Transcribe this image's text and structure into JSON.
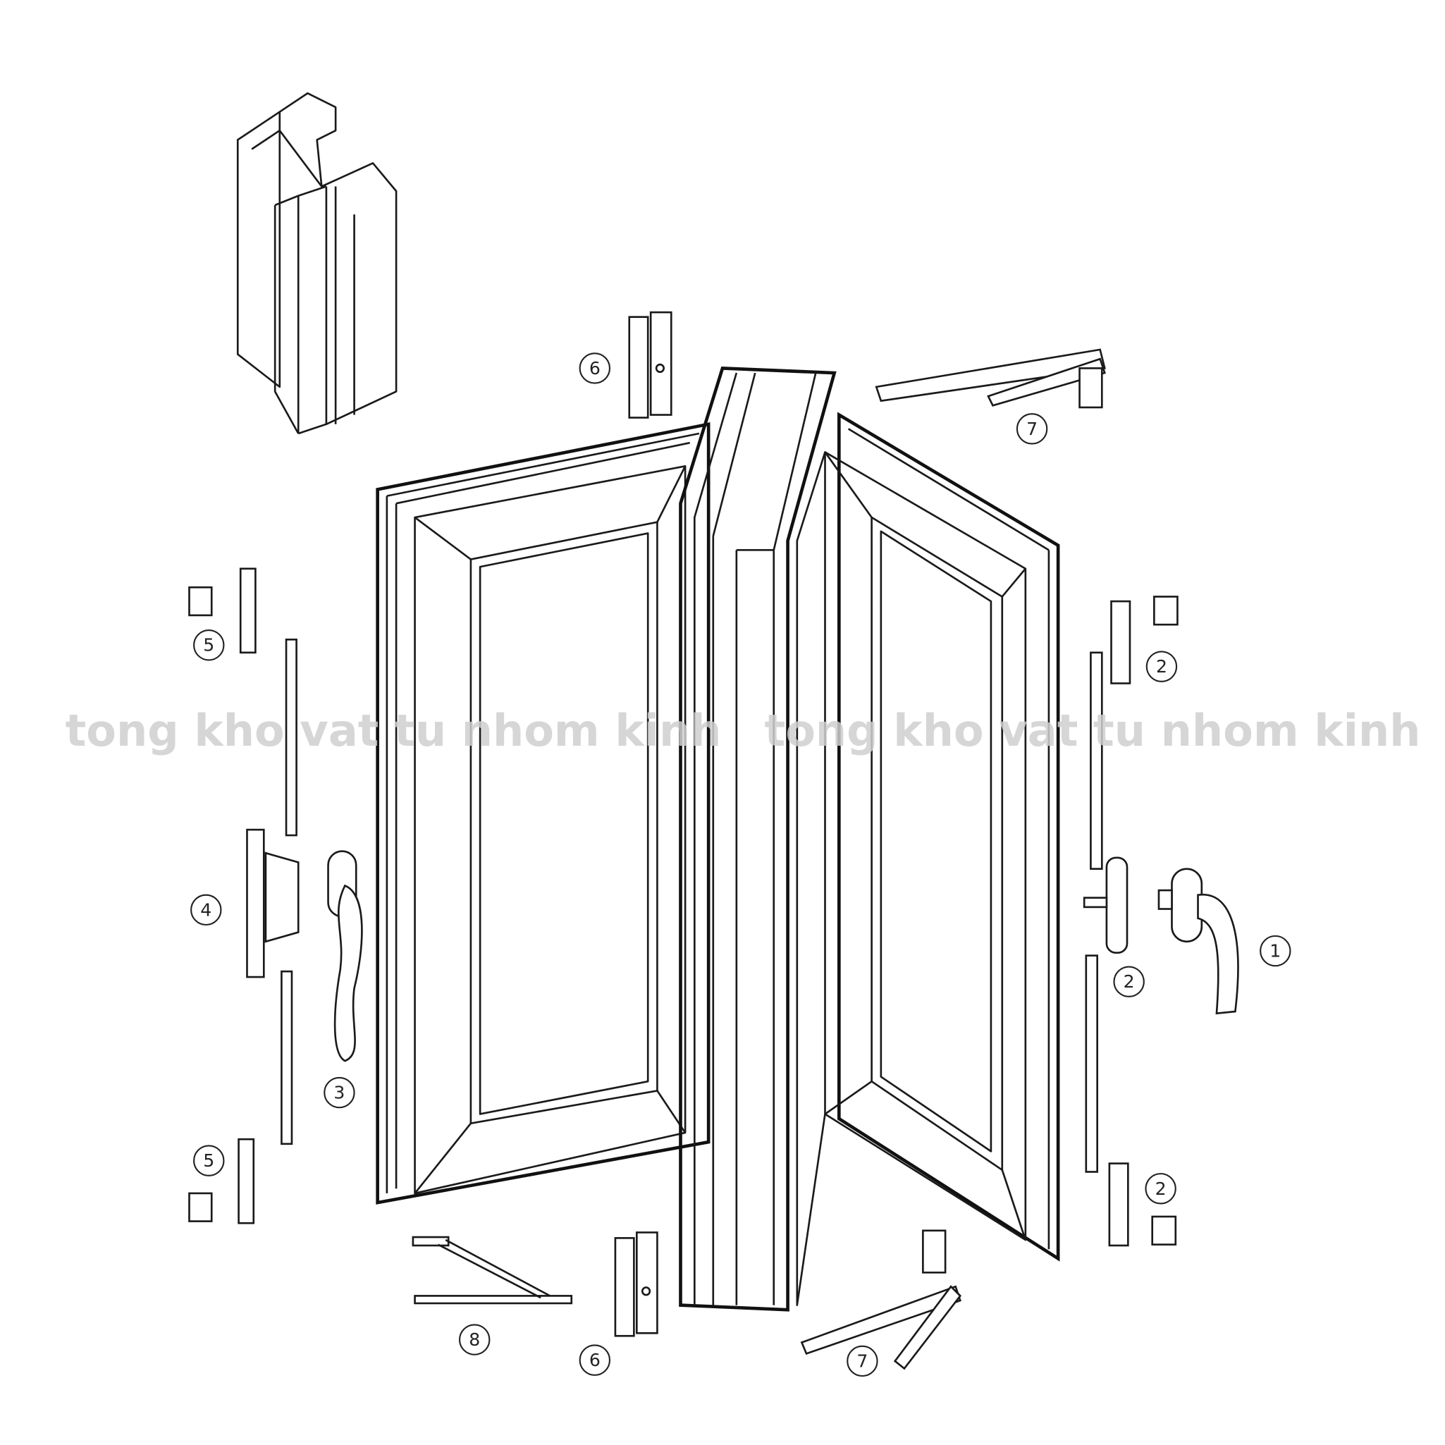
{
  "diagram": {
    "watermark": [
      "tong kho vat tu nhom kinh",
      "tong kho vat tu nhom kinh"
    ],
    "callouts": [
      {
        "id": "hinge-top",
        "label": "6"
      },
      {
        "id": "friction-stay-top",
        "label": "7"
      },
      {
        "id": "keeper-left-top",
        "label": "5"
      },
      {
        "id": "keeper-right-top",
        "label": "2"
      },
      {
        "id": "gear-lock",
        "label": "4"
      },
      {
        "id": "handle-right",
        "label": "1"
      },
      {
        "id": "espag-right",
        "label": "2"
      },
      {
        "id": "handle-left",
        "label": "3"
      },
      {
        "id": "keeper-left-bottom",
        "label": "5"
      },
      {
        "id": "keeper-right-bottom",
        "label": "2"
      },
      {
        "id": "window-stay",
        "label": "8"
      },
      {
        "id": "hinge-bottom",
        "label": "6"
      },
      {
        "id": "friction-stay-bottom",
        "label": "7"
      }
    ]
  }
}
